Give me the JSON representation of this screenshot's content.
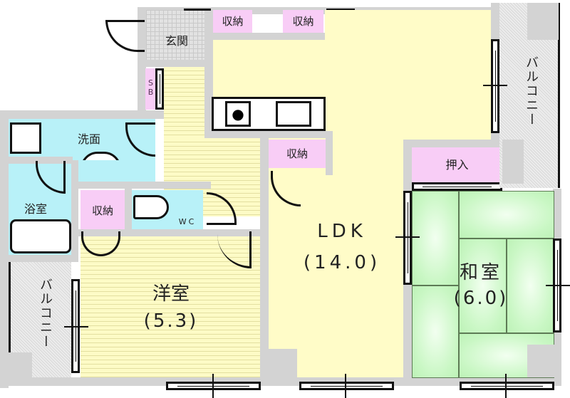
{
  "floor_plan": {
    "rooms": {
      "entrance": {
        "label": "玄関"
      },
      "storage_top_left": {
        "label": "収納"
      },
      "storage_top_right": {
        "label": "収納"
      },
      "shoe_box": {
        "label": "SB"
      },
      "washroom": {
        "label": "洗面"
      },
      "bathroom": {
        "label": "浴室"
      },
      "storage_western": {
        "label": "収納"
      },
      "toilet": {
        "label": "WC"
      },
      "storage_kitchen": {
        "label": "収納"
      },
      "closet_japanese": {
        "label": "押入"
      },
      "ldk": {
        "label": "LDK",
        "size": "(14.0)"
      },
      "western_room": {
        "label": "洋室",
        "size": "(5.3)"
      },
      "japanese_room": {
        "label": "和室",
        "size": "(6.0)"
      },
      "balcony_right": {
        "label": "バルコニー"
      },
      "balcony_left": {
        "label": "バルコニー"
      }
    },
    "colors": {
      "wall": "#d3d3d3",
      "ldk": "#fffcc8",
      "wood": "#fdfbc6",
      "wet_area": "#b8f1f8",
      "storage": "#f8cdf6",
      "tatami": "#c9f7c4",
      "balcony": "#ececec"
    }
  }
}
